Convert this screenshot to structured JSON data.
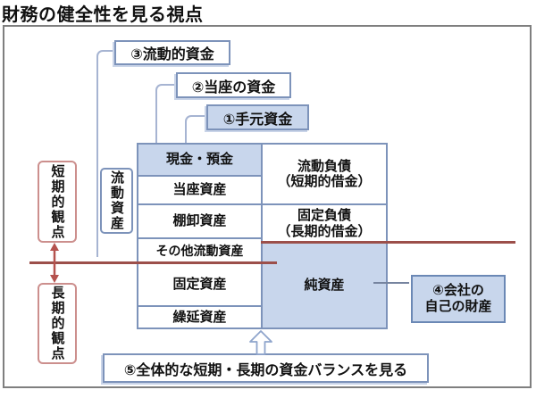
{
  "title": "財務の健全性を見る視点",
  "funds_labels": {
    "liquid": "③流動的資金",
    "quick": "②当座の資金",
    "cash_on_hand": "①手元資金"
  },
  "balance_sheet": {
    "current_assets_group": "流動資産",
    "asset_rows": [
      "現金・預金",
      "当座資産",
      "棚卸資産",
      "その他流動資産",
      "固定資産",
      "繰延資産"
    ],
    "liabilities": {
      "current_line1": "流動負債",
      "current_line2": "（短期的借金）",
      "fixed_line1": "固定負債",
      "fixed_line2": "（長期的借金）",
      "net_assets": "純資産"
    }
  },
  "perspectives": {
    "short_term": "短期的観点",
    "long_term": "長期的観点"
  },
  "notes": {
    "company_property_line1": "④会社の",
    "company_property_line2": "自己の財産",
    "balance_note": "⑤全体的な短期・長期の資金バランスを見る"
  },
  "colors": {
    "highlight_fill": "#c8d6ec",
    "box_border": "#7d93ba",
    "perspective_border": "#cc8f8d",
    "red_line": "#9c4f4a",
    "connector_line": "#a6b4d2",
    "outer_border": "#7f7f7f"
  }
}
